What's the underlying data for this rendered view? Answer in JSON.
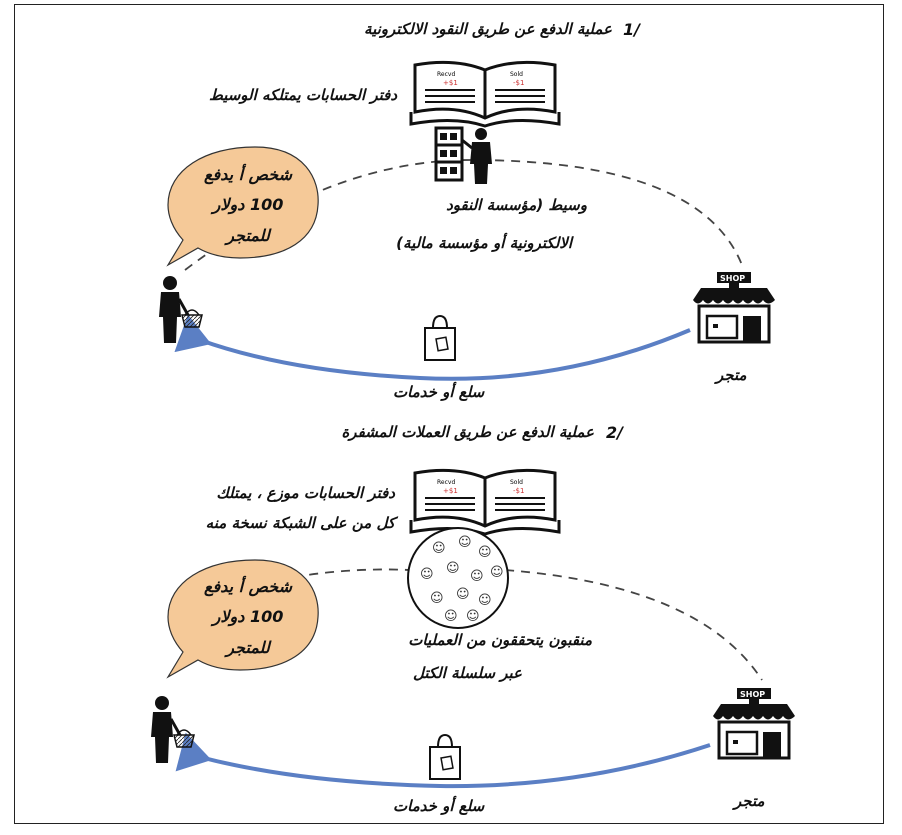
{
  "section1": {
    "number": "1/",
    "title": "عملية الدفع عن طريق النقود الالكترونية",
    "ledger_label": "دفتر الحسابات يمتلكه الوسيط",
    "intermediary_line1": "وسيط (مؤسسة النقود",
    "intermediary_line2": "الالكترونية أو مؤسسة مالية)",
    "bubble_line1": "شخص أ يدفع",
    "bubble_line2": "100 دولار",
    "bubble_line3": "للمتجر",
    "store_label": "متجر",
    "goods_label": "سلع أو خدمات"
  },
  "section2": {
    "number": "2/",
    "title": "عملية الدفع عن طريق العملات المشفرة",
    "ledger_line1": "دفتر الحسابات موزع ، يمتلك",
    "ledger_line2": "كل من على الشبكة نسخة منه",
    "miners_line1": "منقبون يتحققون من العمليات",
    "miners_line2": "عبر سلسلة الكتل",
    "bubble_line1": "شخص أ يدفع",
    "bubble_line2": "100 دولار",
    "bubble_line3": "للمتجر",
    "store_label": "متجر",
    "goods_label": "سلع أو خدمات"
  },
  "icons": {
    "book": "open-book-icon",
    "server": "server-with-person-icon",
    "miners": "miners-network-icon",
    "shopper": "shopper-with-basket-icon",
    "shop": "shop-icon",
    "bag": "shopping-bag-icon",
    "book_tab_text": "SHOP"
  },
  "colors": {
    "bubble_fill": "#f5c998",
    "arrow_blue": "#5b7fc4",
    "dash": "#444444"
  }
}
